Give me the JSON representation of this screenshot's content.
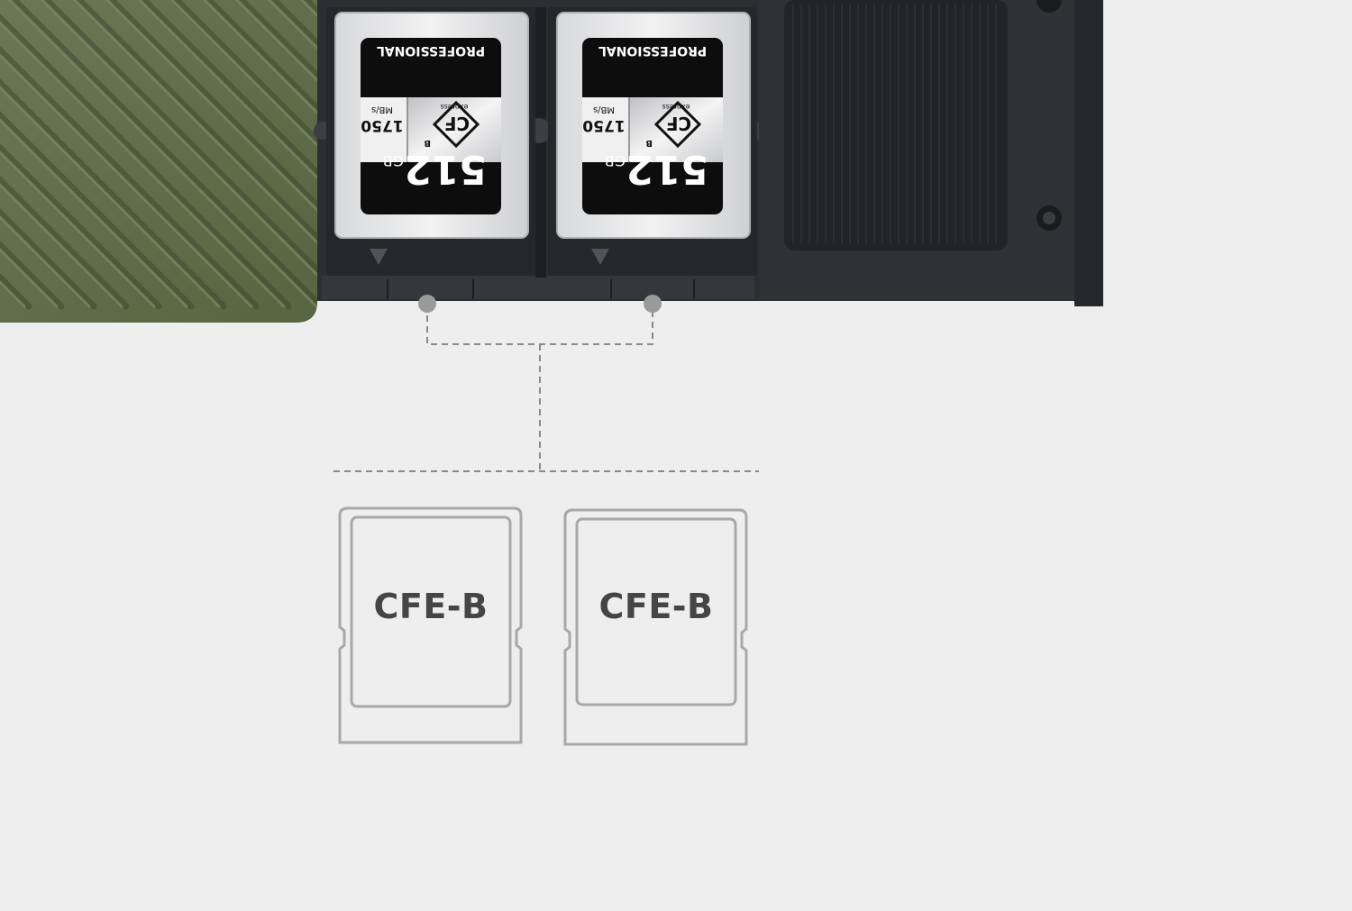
{
  "device": {
    "body_color": "#5d6b4a",
    "dock_color": "#2e3034",
    "slots": [
      {
        "card": {
          "brand": "PROFESSIONAL",
          "capacity": "512",
          "capacity_unit": "GB",
          "speed": "1750",
          "speed_unit": "MB/s",
          "logo_text": "CF",
          "logo_subtext": "express",
          "logo_type": "B"
        }
      },
      {
        "card": {
          "brand": "PROFESSIONAL",
          "capacity": "512",
          "capacity_unit": "GB",
          "speed": "1750",
          "speed_unit": "MB/s",
          "logo_text": "CF",
          "logo_subtext": "express",
          "logo_type": "B"
        }
      }
    ]
  },
  "callout": {
    "line_color": "#8a8a8a",
    "slots": [
      {
        "label": "CFE-B"
      },
      {
        "label": "CFE-B"
      }
    ]
  }
}
